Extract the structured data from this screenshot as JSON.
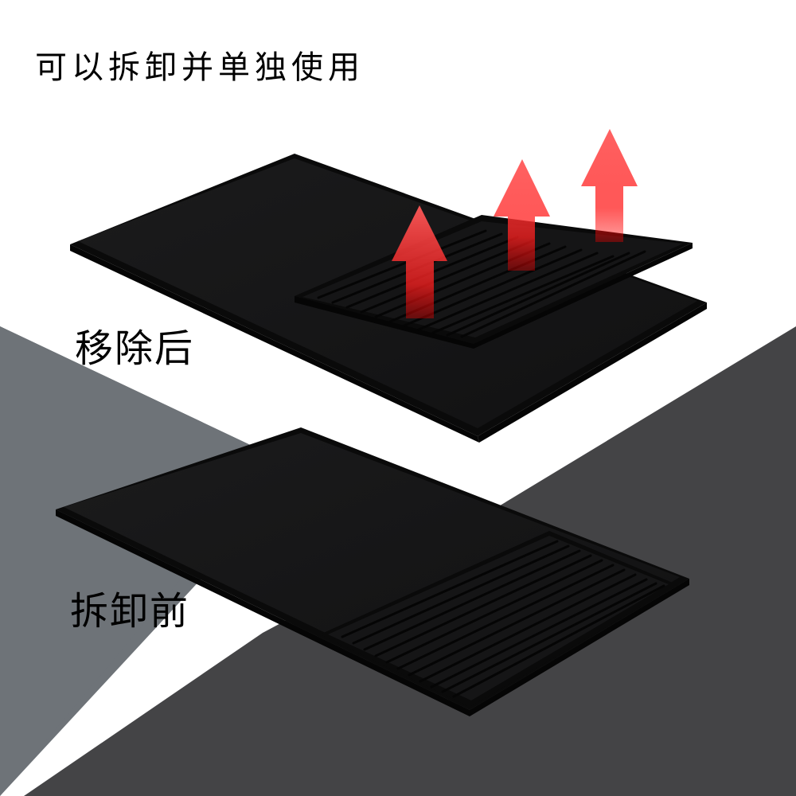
{
  "headline": "可以拆卸并单独使用",
  "labels": {
    "after": "移除后",
    "before": "拆卸前"
  },
  "colors": {
    "background_top": "#ffffff",
    "background_left": "#6e7378",
    "background_bottom": "#444446",
    "mat": "#161617",
    "mat_edge": "#050505",
    "arrow": "#ff3b3b"
  },
  "icons": {
    "arrows": [
      "arrow-up-icon",
      "arrow-up-icon",
      "arrow-up-icon"
    ]
  }
}
